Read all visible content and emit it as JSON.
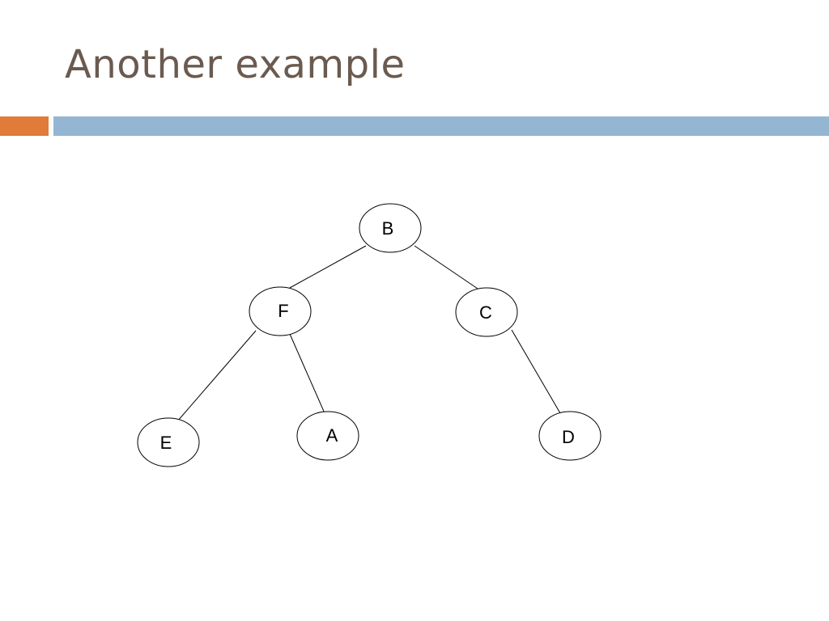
{
  "slide": {
    "title": "Another example"
  },
  "colors": {
    "title": "#6b5a4f",
    "accent_orange": "#e07b39",
    "accent_blue": "#94b6d2"
  },
  "tree": {
    "nodes": [
      {
        "id": "B",
        "label": "B"
      },
      {
        "id": "F",
        "label": "F"
      },
      {
        "id": "C",
        "label": "C"
      },
      {
        "id": "E",
        "label": "E"
      },
      {
        "id": "A",
        "label": "A"
      },
      {
        "id": "D",
        "label": "D"
      }
    ],
    "edges": [
      {
        "from": "B",
        "to": "F"
      },
      {
        "from": "B",
        "to": "C"
      },
      {
        "from": "F",
        "to": "E"
      },
      {
        "from": "F",
        "to": "A"
      },
      {
        "from": "C",
        "to": "D"
      }
    ]
  }
}
